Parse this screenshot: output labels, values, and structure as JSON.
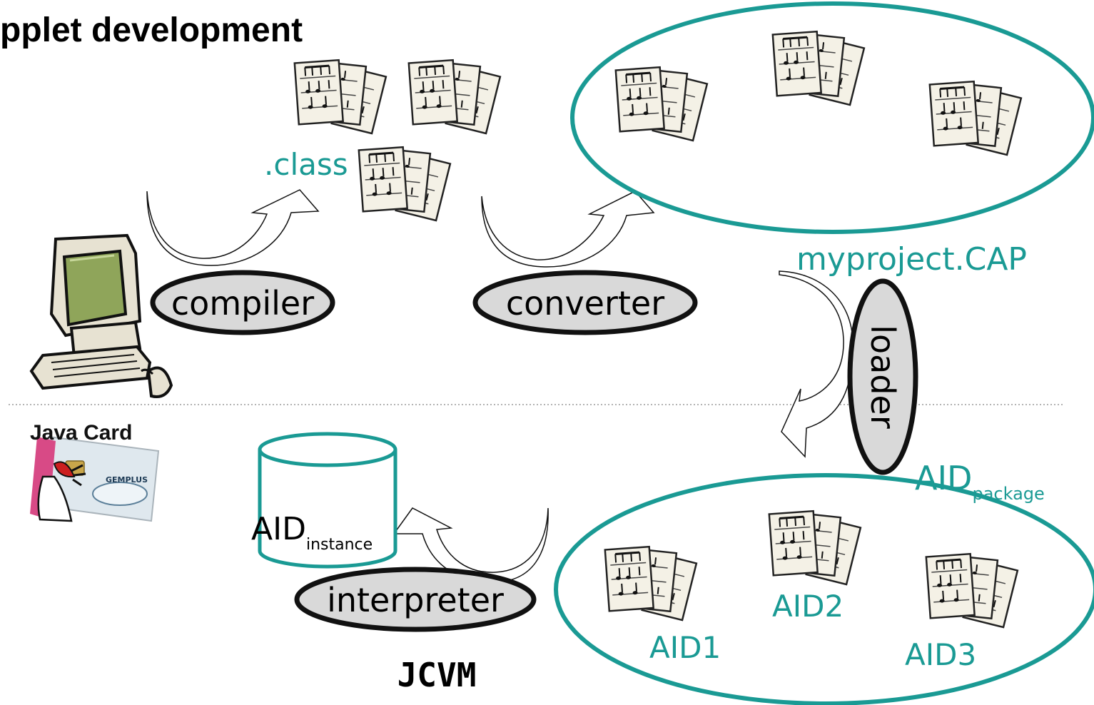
{
  "title": "pplet development",
  "tools": {
    "compiler": "compiler",
    "converter": "converter",
    "loader": "loader",
    "interpreter": "interpreter"
  },
  "files": {
    "class_label": ".class",
    "cap_label": "myproject.CAP"
  },
  "aid": {
    "package_main": "AID",
    "package_sub": "package",
    "instance_main": "AID",
    "instance_sub": "instance",
    "aid1": "AID1",
    "aid2": "AID2",
    "aid3": "AID3"
  },
  "vm_label": "JCVM",
  "card_logo_text": "Java Card",
  "colors": {
    "teal": "#1a9a94",
    "tool_fill": "#d9d9d9",
    "divider": "#9a9a9a"
  }
}
